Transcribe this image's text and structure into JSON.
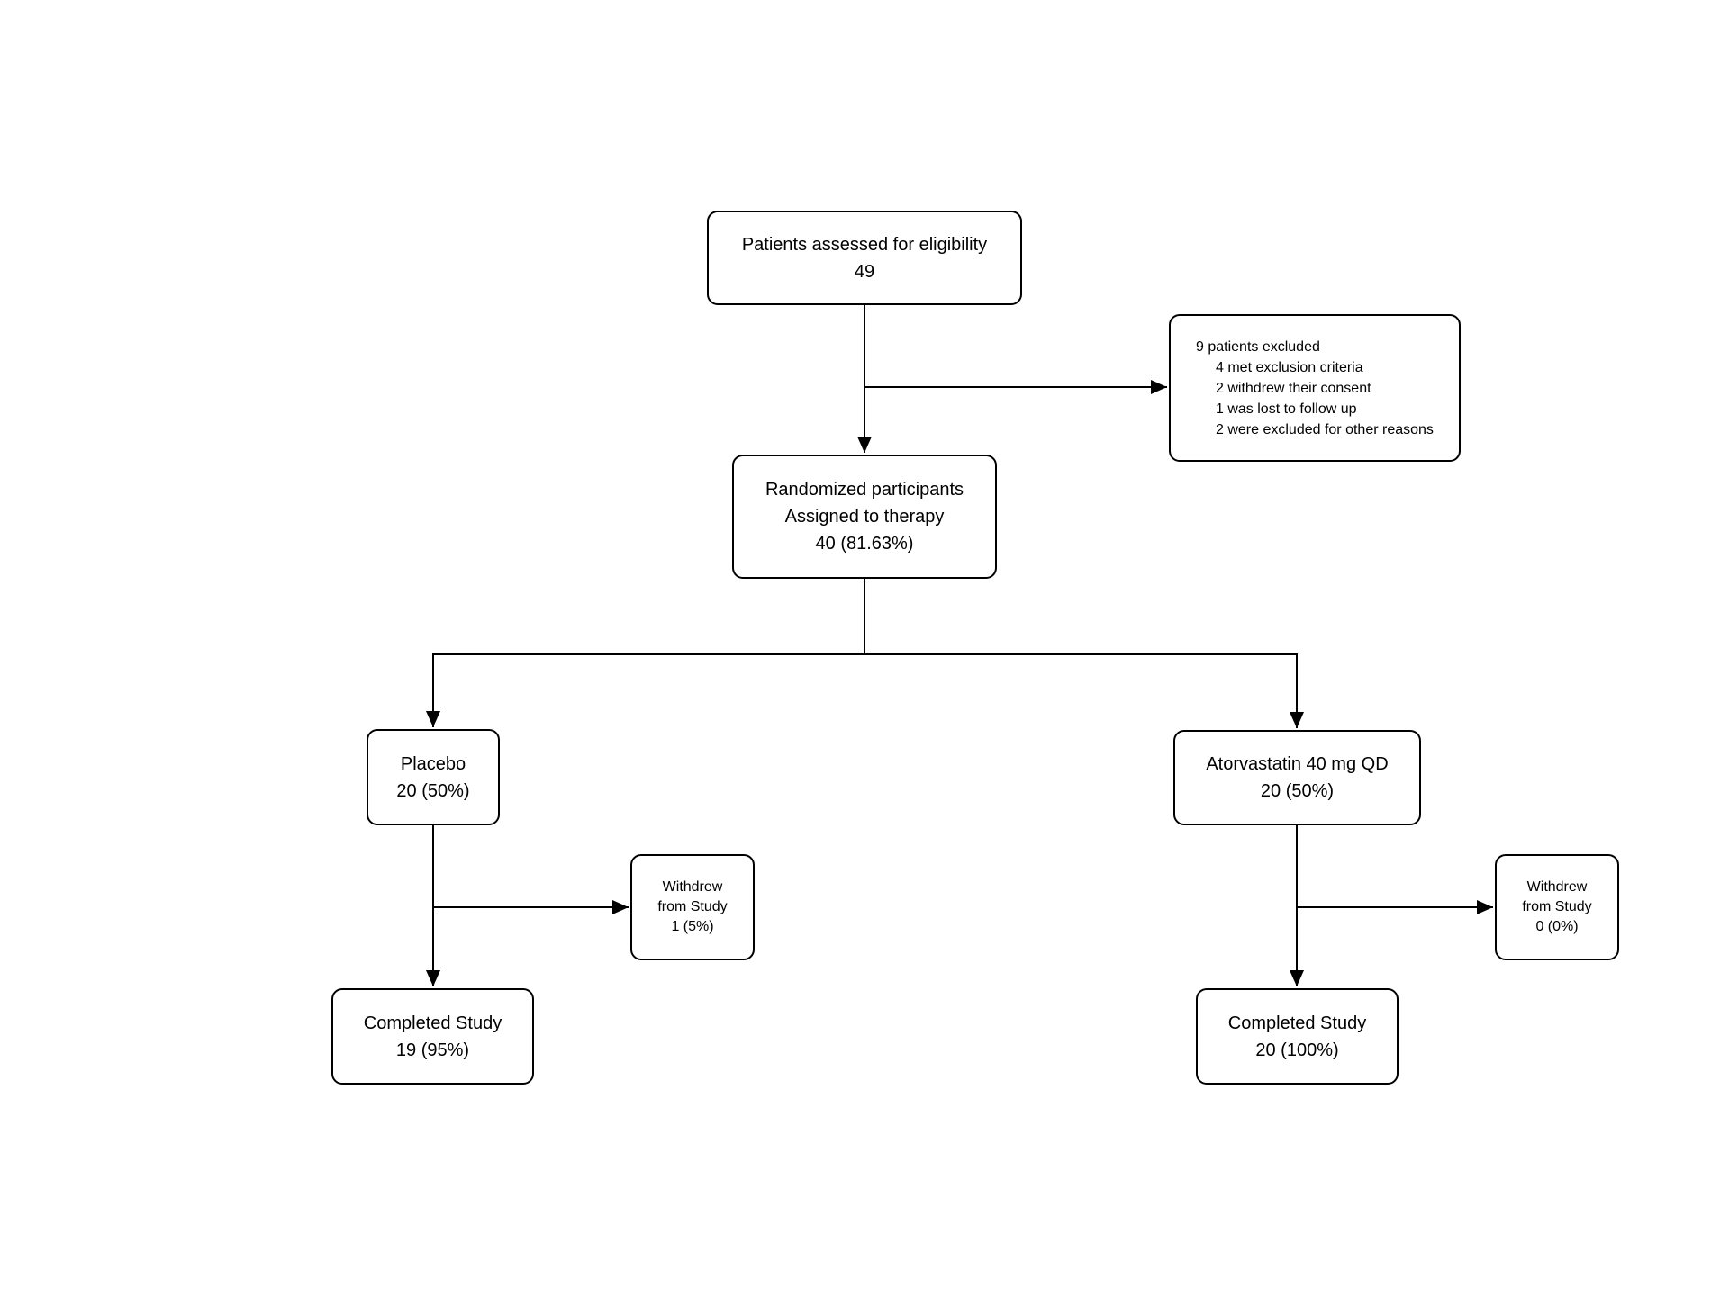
{
  "diagram": {
    "eligibility": {
      "lines": [
        "Patients assessed for eligibility",
        "49"
      ]
    },
    "excluded": {
      "title": "9 patients excluded",
      "items": [
        "4 met exclusion criteria",
        "2 withdrew their consent",
        "1 was lost to follow up",
        "2 were excluded for other reasons"
      ]
    },
    "randomized": {
      "lines": [
        "Randomized participants",
        "Assigned to therapy",
        "40 (81.63%)"
      ]
    },
    "placebo": {
      "lines": [
        "Placebo",
        "20 (50%)"
      ]
    },
    "atorvastatin": {
      "lines": [
        "Atorvastatin 40 mg QD",
        "20 (50%)"
      ]
    },
    "placebo_withdrew": {
      "lines": [
        "Withdrew",
        "from Study",
        "1 (5%)"
      ]
    },
    "atorvastatin_withdrew": {
      "lines": [
        "Withdrew",
        "from Study",
        "0 (0%)"
      ]
    },
    "placebo_completed": {
      "lines": [
        "Completed Study",
        "19 (95%)"
      ]
    },
    "atorvastatin_completed": {
      "lines": [
        "Completed Study",
        "20 (100%)"
      ]
    }
  },
  "colors": {
    "background": "#ffffff",
    "box_fill": "#ffffff",
    "box_border": "#000000",
    "connector": "#000000",
    "text": "#000000"
  }
}
